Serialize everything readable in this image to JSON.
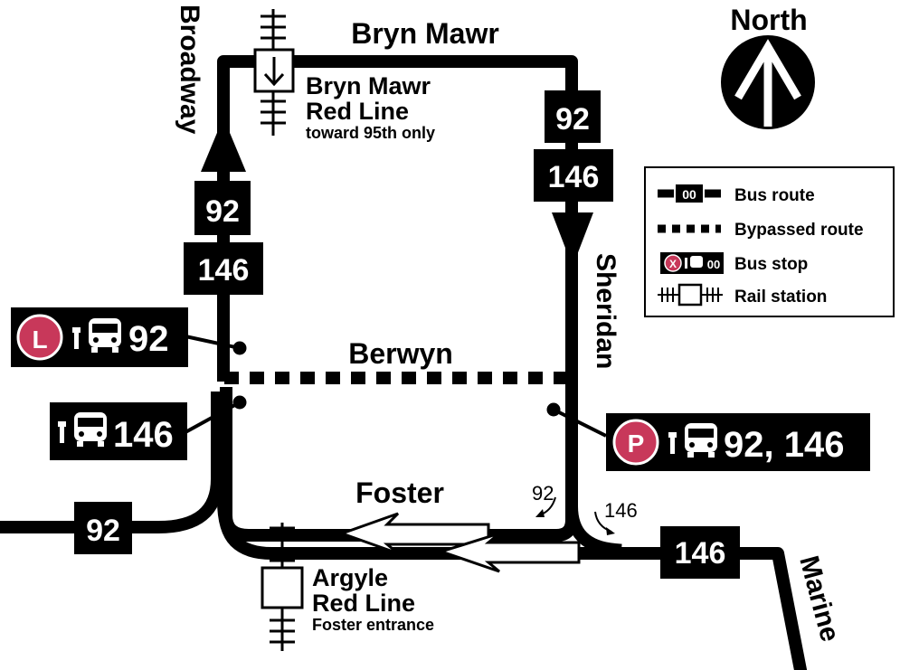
{
  "streets": {
    "bryn_mawr": "Bryn Mawr",
    "broadway": "Broadway",
    "sheridan": "Sheridan",
    "berwyn": "Berwyn",
    "foster": "Foster",
    "marine": "Marine"
  },
  "compass": {
    "label": "North",
    "icon": "north-arrow-icon"
  },
  "stations": {
    "bryn_mawr": {
      "name1": "Bryn Mawr",
      "name2": "Red Line",
      "note": "toward 95th only"
    },
    "argyle": {
      "name1": "Argyle",
      "name2": "Red Line",
      "note": "Foster entrance"
    }
  },
  "route_labels": {
    "broadway_92": "92",
    "broadway_146": "146",
    "sheridan_92": "92",
    "sheridan_146": "146",
    "foster_west_92": "92",
    "marine_146": "146",
    "turn_92": "92",
    "turn_146": "146"
  },
  "bus_stops": {
    "stop_l": {
      "badge": "L",
      "routes": "92",
      "badge_color": "#c8385a"
    },
    "stop_146": {
      "routes": "146"
    },
    "stop_p": {
      "badge": "P",
      "routes": "92, 146",
      "badge_color": "#c8385a"
    }
  },
  "legend": {
    "items": [
      {
        "symbol": "00",
        "label": "Bus route"
      },
      {
        "label": "Bypassed route"
      },
      {
        "symbol_badge": "X",
        "symbol_num": "00",
        "label": "Bus stop"
      },
      {
        "label": "Rail station"
      }
    ]
  },
  "colors": {
    "route": "#000000",
    "stop_badge": "#c8385a",
    "background": "#ffffff"
  }
}
